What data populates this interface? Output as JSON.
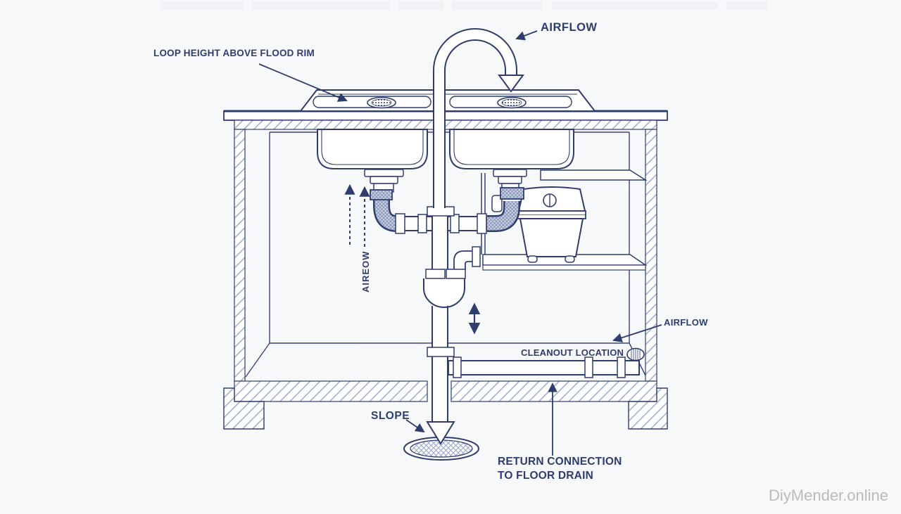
{
  "labels": {
    "loop_height": "LOOP HEIGHT ABOVE FLOOD RIM",
    "airflow_top": "AIRFLOW",
    "airflow_vertical": "AIREOW",
    "airflow_right": "AIRFLOW",
    "cleanout": "CLEANOUT LOCATION",
    "slope": "SLOPE",
    "return_line1": "RETURN CONNECTION",
    "return_line2": "TO FLOOR DRAIN"
  },
  "watermark": "DiyMender.online",
  "colors": {
    "ink": "#2e3d6e",
    "background": "#f7f8fa",
    "hatch_line": "#97a5c6",
    "hose_fill": "#ccd2e2",
    "watermark_text": "#b9bbbe"
  },
  "parts": [
    "cabinet",
    "countertop",
    "double-bowl-sink",
    "sink-strainers",
    "high-loop-hose",
    "flex-drain-hoses",
    "waste-tee",
    "p-trap",
    "disposal-canister",
    "shelves",
    "cleanout-pipe",
    "cleanout-cap",
    "floor-drain",
    "dimension-arrow"
  ]
}
